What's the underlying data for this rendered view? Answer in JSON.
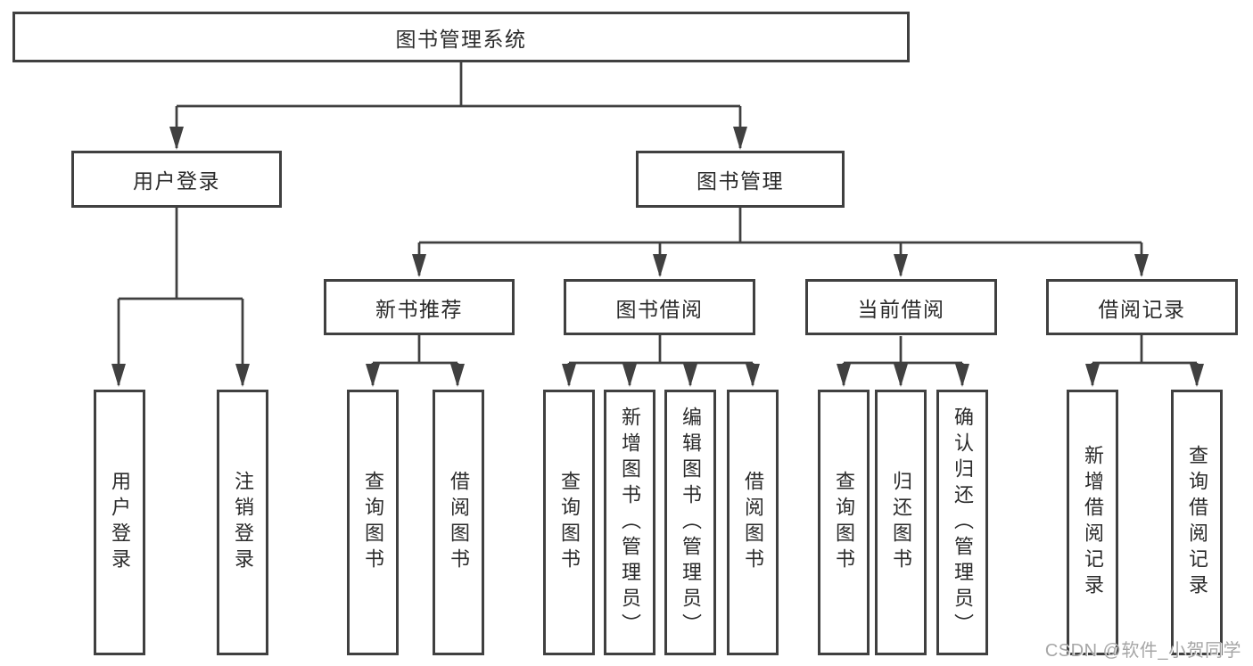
{
  "diagram": {
    "root": "图书管理系统",
    "branches": [
      "用户登录",
      "图书管理"
    ],
    "modules": [
      "新书推荐",
      "图书借阅",
      "当前借阅",
      "借阅记录"
    ],
    "leaves": {
      "user_login": [
        "用户登录",
        "注销登录"
      ],
      "new_book_recommend": [
        "查询图书",
        "借阅图书"
      ],
      "book_borrow": [
        "查询图书",
        "新增图书（管理员）",
        "编辑图书（管理员）",
        "借阅图书"
      ],
      "current_borrow": [
        "查询图书",
        "归还图书",
        "确认归还（管理员）"
      ],
      "borrow_records": [
        "新增借阅记录",
        "查询借阅记录"
      ]
    }
  },
  "watermark": "CSDN @软件_小贺同学",
  "colors": {
    "line": "#404040",
    "node_border": "#404040",
    "text": "#2b2b2b",
    "watermark": "#a6a6a6",
    "background": "#ffffff"
  }
}
